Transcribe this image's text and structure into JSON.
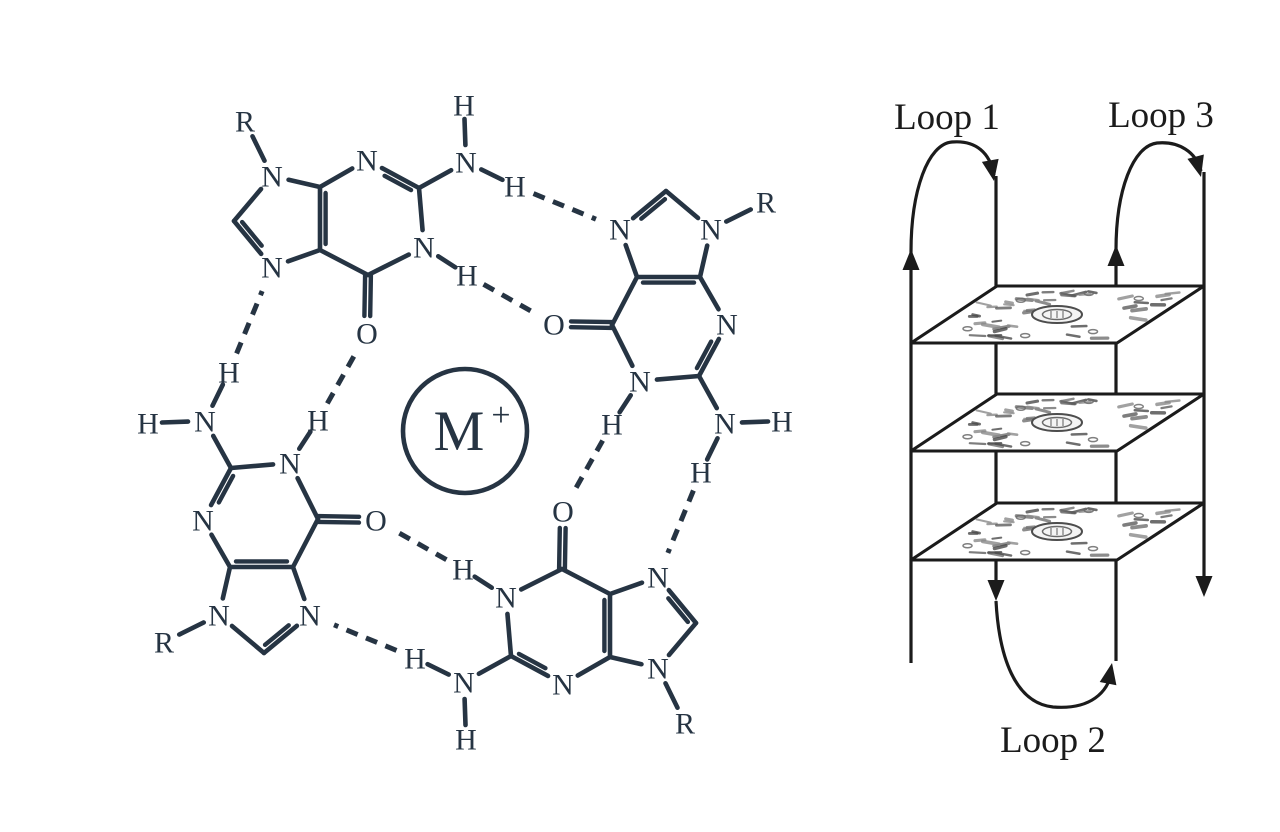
{
  "figure": {
    "description": "G-tetrad with central metal cation and G-quadruplex stacking schematic",
    "background": "#ffffff"
  },
  "tetrad": {
    "color": "#263443",
    "metal": {
      "symbol": "M",
      "charge": "+"
    },
    "atom_symbols": {
      "N": "N",
      "H": "H",
      "O": "O",
      "R": "R"
    },
    "guanine_positions": [
      "top-left",
      "top-right",
      "bottom-right",
      "bottom-left"
    ],
    "hydrogen_bonds_per_guanine": 2
  },
  "quadruplex": {
    "color": "#1b1b1b",
    "planes": 3,
    "strands": 4,
    "loops": {
      "loop1": "Loop 1",
      "loop2": "Loop 2",
      "loop3": "Loop 3"
    }
  }
}
